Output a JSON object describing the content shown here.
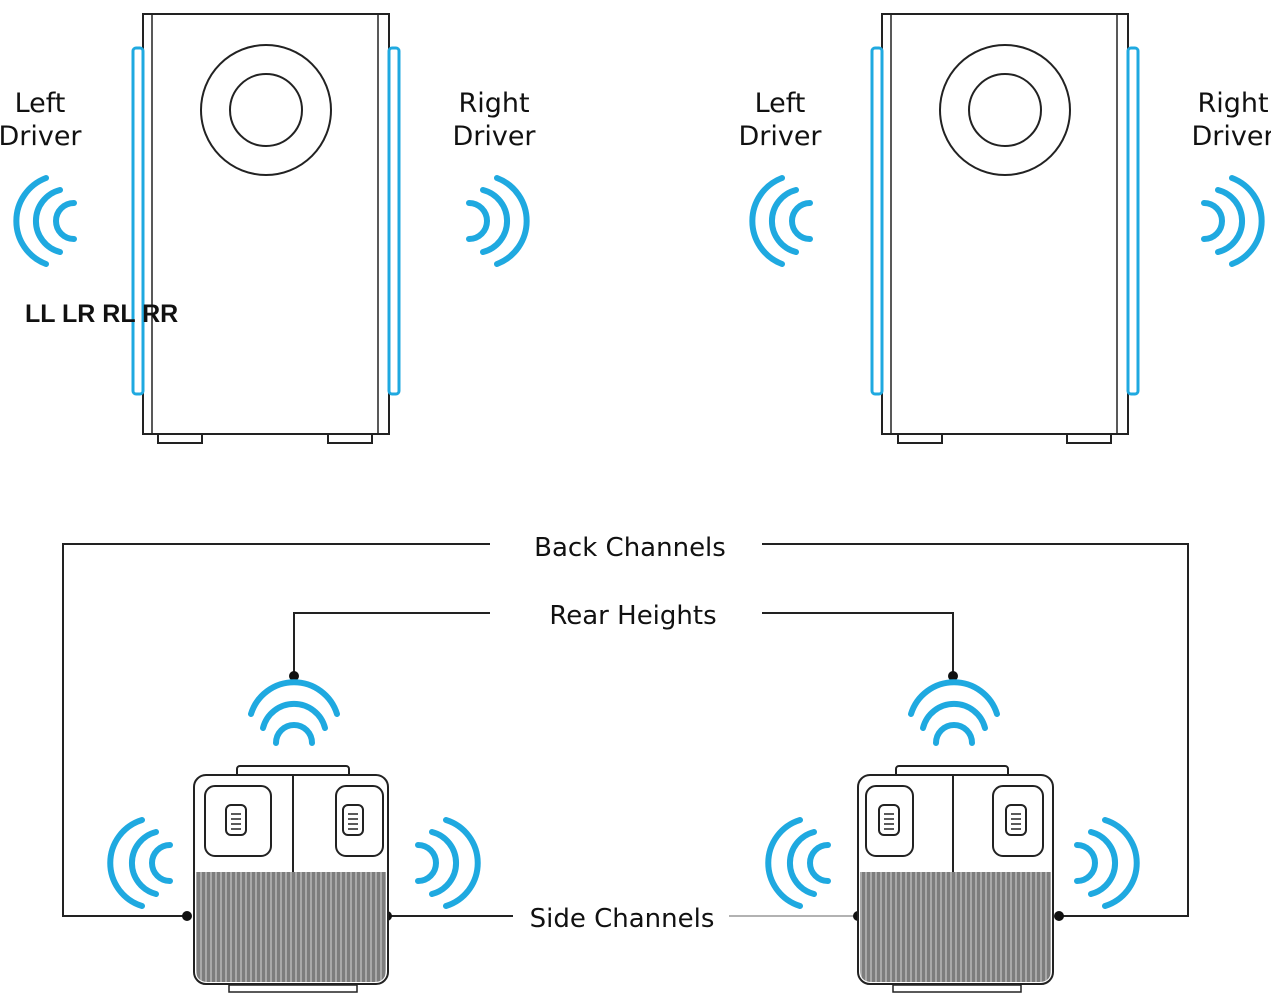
{
  "colors": {
    "accent_blue": "#1fa9e0",
    "outline": "#222222",
    "grille": "#8a8a8a"
  },
  "top_left": {
    "left_label": [
      "Left",
      "Driver"
    ],
    "right_label": [
      "Right",
      "Driver"
    ],
    "channel_text": "LL LR RL RR"
  },
  "top_right": {
    "left_label": [
      "Left",
      "Driver"
    ],
    "right_label": [
      "Right",
      "Driver"
    ]
  },
  "bottom": {
    "back_channels": "Back Channels",
    "rear_heights": "Rear Heights",
    "side_channels": "Side Channels"
  },
  "icons": [
    "sound-wave-icon",
    "button-icon"
  ]
}
